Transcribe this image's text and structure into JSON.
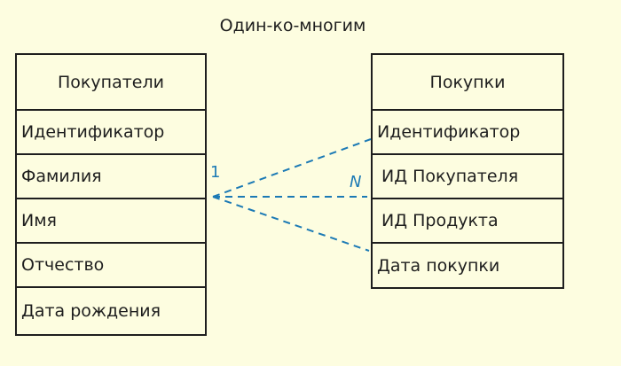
{
  "title": "Один-ко-многим",
  "left_table": {
    "header": "Покупатели",
    "fields": [
      "Идентификатор",
      "Фамилия",
      "Имя",
      "Отчество",
      "Дата рождения"
    ]
  },
  "right_table": {
    "header": "Покупки",
    "fields": [
      "Идентификатор",
      "ИД Покупателя",
      "ИД Продукта",
      "Дата покупки"
    ]
  },
  "relation": {
    "one_label": "1",
    "many_label": "N",
    "color": "#1c7ab5"
  }
}
